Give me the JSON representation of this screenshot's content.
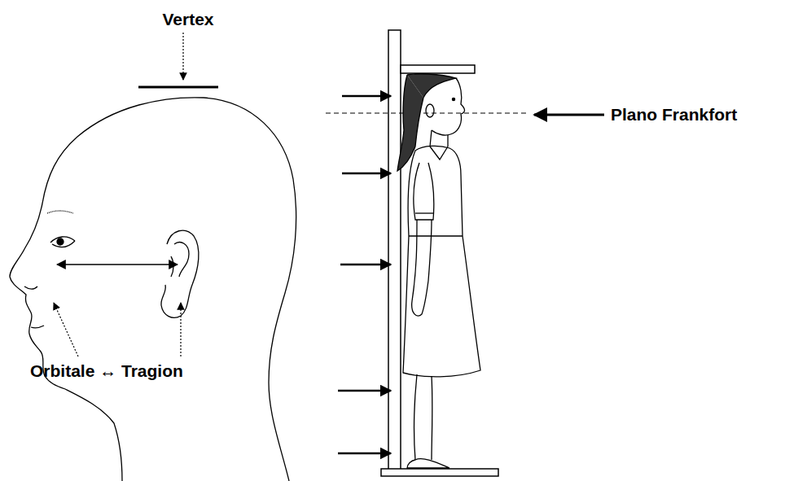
{
  "diagram": {
    "labels": [
      "Vertex",
      "Plano Frankfort",
      "Orbitale ↔ Tragion"
    ]
  }
}
